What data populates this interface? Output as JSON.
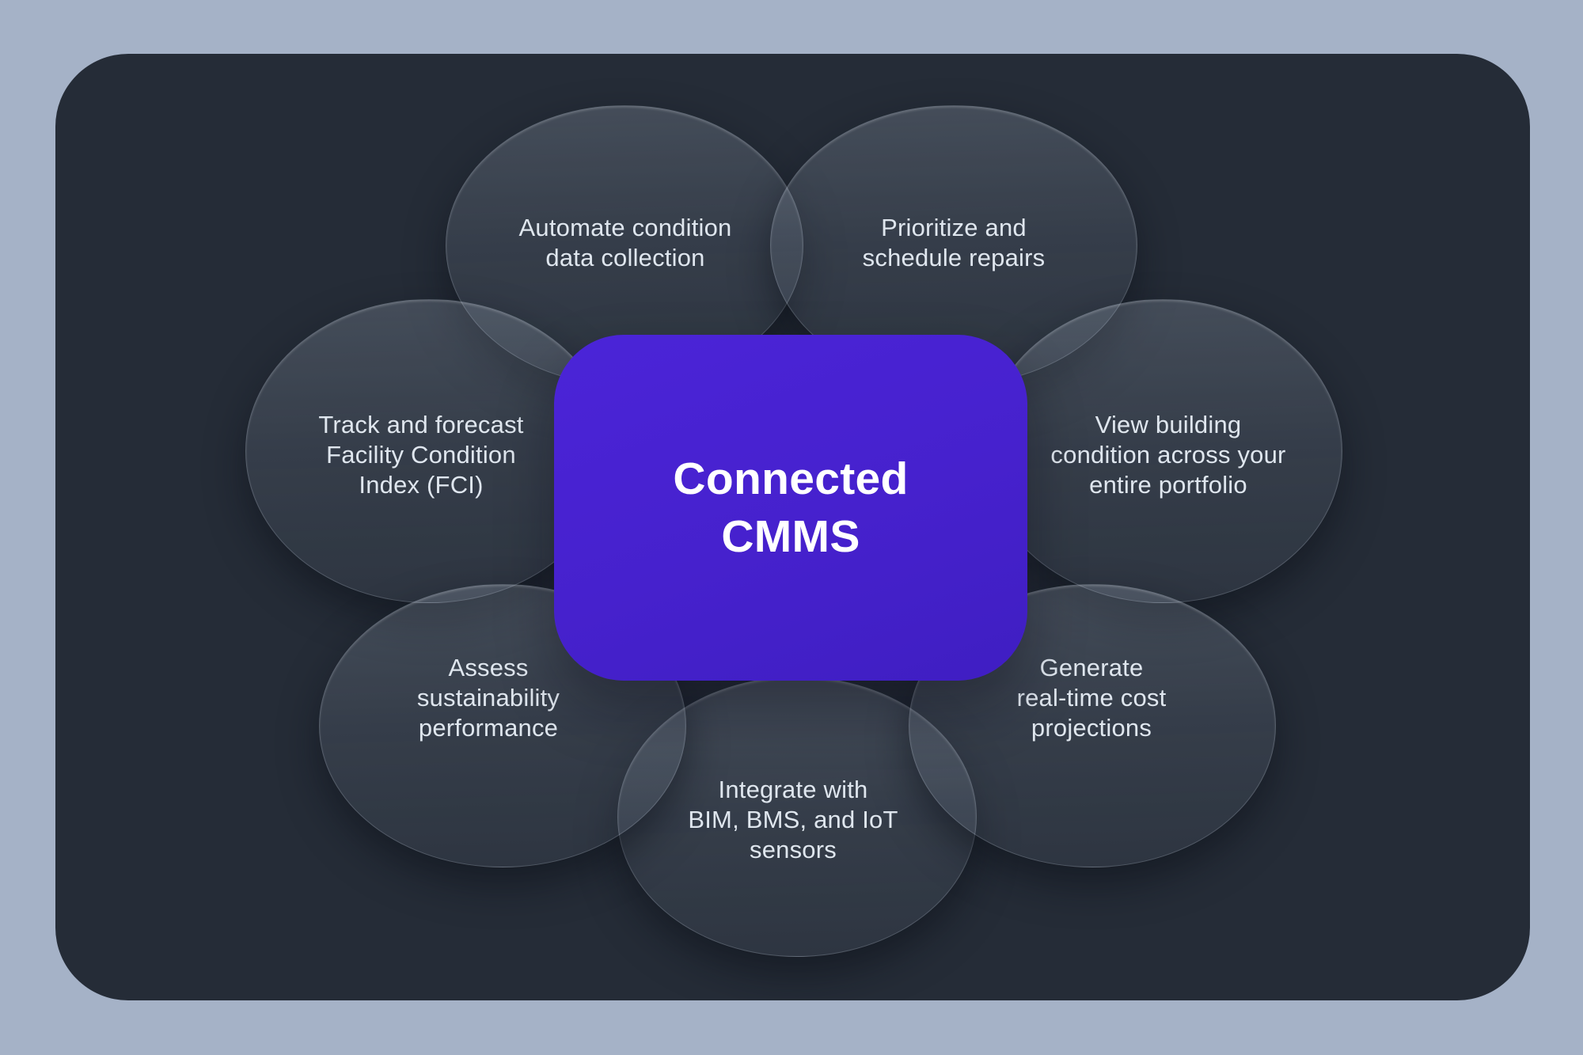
{
  "colors": {
    "page_background": "#a5b2c7",
    "card_background": "#252c37",
    "petal_fill": "#3a424e",
    "petal_text": "#dfe6ee",
    "accent_purple": "#4621cd",
    "center_text": "#ffffff"
  },
  "center_box": {
    "title": "Connected\nCMMS"
  },
  "petals": [
    {
      "name": "automate-condition-data-collection",
      "label": "Automate condition\ndata collection"
    },
    {
      "name": "prioritize-and-schedule-repairs",
      "label": "Prioritize and\nschedule repairs"
    },
    {
      "name": "track-and-forecast-fci",
      "label": "Track and forecast\nFacility Condition\nIndex (FCI)"
    },
    {
      "name": "view-building-condition-portfolio",
      "label": "View building\ncondition across your\nentire portfolio"
    },
    {
      "name": "integrate-bim-bms-iot-sensors",
      "label": "Integrate with\nBIM, BMS, and IoT\nsensors"
    },
    {
      "name": "assess-sustainability-performance",
      "label": "Assess\nsustainability\nperformance"
    },
    {
      "name": "generate-realtime-cost-projections",
      "label": "Generate\nreal-time cost\nprojections"
    }
  ]
}
